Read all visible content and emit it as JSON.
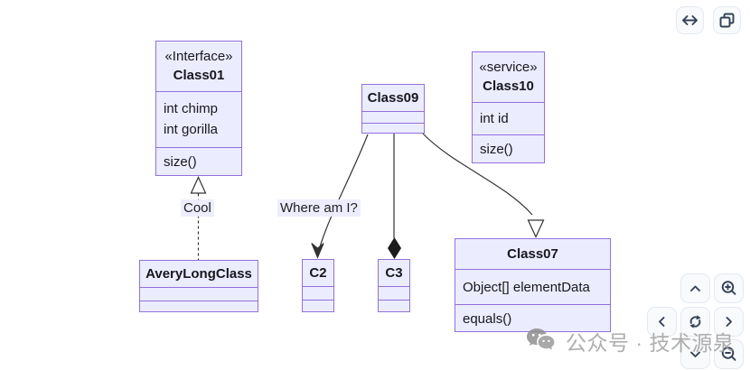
{
  "diagram": {
    "classes": [
      {
        "id": "Class01",
        "stereotype": "«Interface»",
        "name": "Class01",
        "attributes": [
          "int chimp",
          "int gorilla"
        ],
        "methods": [
          "size()"
        ]
      },
      {
        "id": "Class09",
        "name": "Class09",
        "attributes": [],
        "methods": []
      },
      {
        "id": "Class10",
        "stereotype": "«service»",
        "name": "Class10",
        "attributes": [
          "int id"
        ],
        "methods": [
          "size()"
        ]
      },
      {
        "id": "AveryLongClass",
        "name": "AveryLongClass",
        "attributes": [],
        "methods": []
      },
      {
        "id": "C2",
        "name": "C2",
        "attributes": [],
        "methods": []
      },
      {
        "id": "C3",
        "name": "C3",
        "attributes": [],
        "methods": []
      },
      {
        "id": "Class07",
        "name": "Class07",
        "attributes": [
          "Object[] elementData"
        ],
        "methods": [
          "equals()"
        ]
      }
    ],
    "labels": {
      "cool": "Cool",
      "where": "Where am I?"
    },
    "relations": [
      {
        "from": "AveryLongClass",
        "to": "Class01",
        "type": "realization",
        "line": "dashed",
        "label": "Cool"
      },
      {
        "from": "Class09",
        "to": "C2",
        "type": "dependency",
        "line": "solid",
        "label": "Where am I?"
      },
      {
        "from": "Class09",
        "to": "C3",
        "type": "composition",
        "line": "solid"
      },
      {
        "from": "Class09",
        "to": "Class07",
        "type": "realization",
        "line": "solid"
      }
    ],
    "colors": {
      "box_fill": "#ECECFF",
      "box_border": "#9370DB",
      "edge": "#333333",
      "label_bg": "#ECECFF"
    }
  },
  "toolbar": {
    "buttons": [
      {
        "name": "fit-width",
        "icon": "horizontal-arrows-icon"
      },
      {
        "name": "copy",
        "icon": "copy-icon"
      }
    ]
  },
  "nav_controls": {
    "buttons": [
      {
        "name": "pan-up",
        "icon": "chevron-up-icon"
      },
      {
        "name": "zoom-in",
        "icon": "magnifier-plus-icon"
      },
      {
        "name": "pan-left",
        "icon": "chevron-left-icon"
      },
      {
        "name": "reset-view",
        "icon": "refresh-icon"
      },
      {
        "name": "pan-right",
        "icon": "chevron-right-icon"
      },
      {
        "name": "pan-down",
        "icon": "chevron-down-icon"
      },
      {
        "name": "zoom-out",
        "icon": "magnifier-minus-icon"
      }
    ]
  },
  "watermark": {
    "text": "公众号 · 技术源泉",
    "color": "#a0a0a0"
  }
}
